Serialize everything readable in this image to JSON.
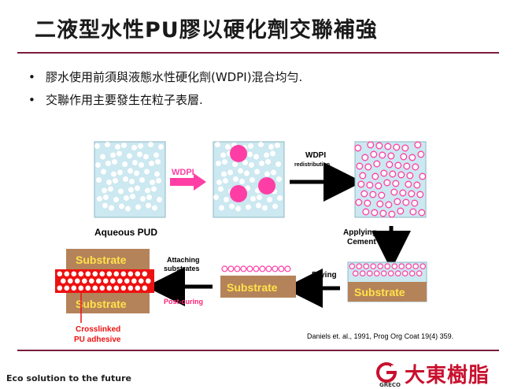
{
  "slide": {
    "title": "二液型水性PU膠以硬化劑交聯補強",
    "bullets": [
      "膠水使用前須與液態水性硬化劑(WDPI)混合均勻.",
      "交聯作用主要發生在粒子表層."
    ],
    "bullet_symbol": "•"
  },
  "diagram": {
    "aqueous_pud": "Aqueous PUD",
    "wdpi": "WDPI",
    "wdpi_redistribution_title": "WDPI",
    "wdpi_redistribution_sub": "redistribution",
    "applying": "Applying",
    "cement": "Cement",
    "drying": "Drying",
    "attaching": "Attaching",
    "substrates": "substrates",
    "post_curing": "Post-curing",
    "substrate": "Substrate",
    "crosslinked_1": "Crosslinked",
    "crosslinked_2": "PU adhesive",
    "citation": "Daniels et. al., 1991, Prog Org Coat 19(4) 359."
  },
  "footer": {
    "tagline": "Eco solution to the future",
    "company": "大東樹脂",
    "company_sub": "GRECO"
  },
  "colors": {
    "accent_rule": "#7b1e3c",
    "wdpi_pink": "#ff3ea5",
    "substrate_brown": "#b5835a",
    "substrate_text": "#ffe24a",
    "crosslink_red": "#ee1111",
    "particle_box": "#cce8f0",
    "logo_red": "#c8102e"
  }
}
